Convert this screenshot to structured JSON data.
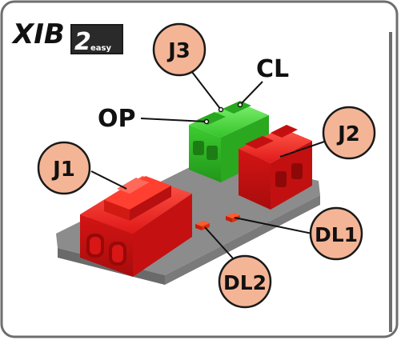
{
  "brand": {
    "name": "XIB",
    "logo_digit": "2",
    "logo_text": "easy"
  },
  "labels": {
    "op": "OP",
    "cl": "CL"
  },
  "callouts": {
    "j1": "J1",
    "j2": "J2",
    "j3": "J3",
    "dl1": "DL1",
    "dl2": "DL2"
  },
  "colors": {
    "frame": "#6e6e6e",
    "callout_fill": "#f4b596",
    "callout_stroke": "#1a1a1a",
    "connector_red": "#e01818",
    "connector_green": "#34c42a",
    "board": "#8c8c8c",
    "logo_bg": "#1b1b1b"
  }
}
